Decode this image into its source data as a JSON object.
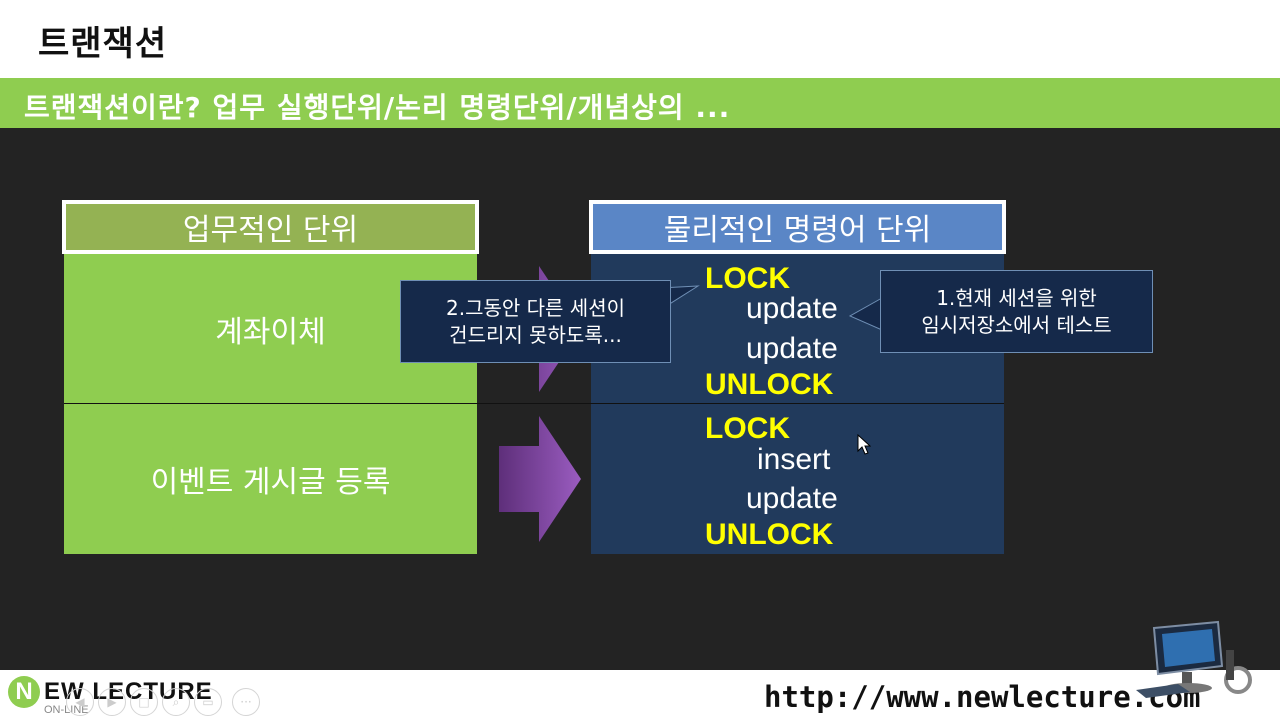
{
  "slide": {
    "title": "트랜잭션",
    "subtitle": "트랜잭션이란? 업무 실행단위/논리 명령단위/개념상의 ..."
  },
  "left_column": {
    "header": "업무적인 단위",
    "items": [
      "계좌이체",
      "이벤트 게시글 등록"
    ]
  },
  "right_column": {
    "header": "물리적인 명령어 단위",
    "blocks": [
      {
        "lock": "LOCK",
        "ops": [
          "update",
          "update"
        ],
        "unlock": "UNLOCK"
      },
      {
        "lock": "LOCK",
        "ops": [
          "insert",
          "update"
        ],
        "unlock": "UNLOCK"
      }
    ]
  },
  "callouts": {
    "left": [
      "2.그동안 다른 세션이",
      "건드리지 못하도록..."
    ],
    "right": [
      "1.현재 세션을 위한",
      "임시저장소에서 테스트"
    ]
  },
  "footer": {
    "logo_letter": "N",
    "logo_text": "EW LECTURE",
    "logo_sub": "ON-LINE",
    "url": "http://www.newlecture.com",
    "controls": [
      "◀",
      "▶",
      "□",
      "⌕",
      "▭",
      "···"
    ]
  },
  "colors": {
    "subtitle_bar": "#8fcd50",
    "left_header": "#94b253",
    "right_header": "#5a86c6",
    "right_box": "#213a5c",
    "keyword": "#ffff00",
    "arrow": "#7a3c9a"
  }
}
